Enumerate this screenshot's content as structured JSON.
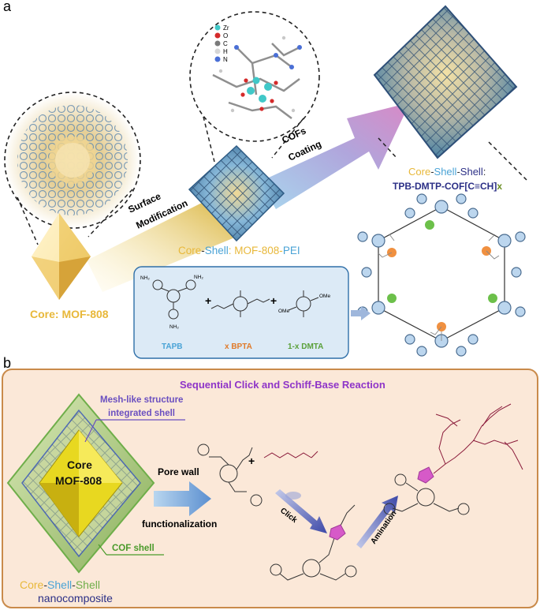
{
  "panel_a": {
    "label": "a",
    "core_label_prefix": "Core: ",
    "core_label_name": "MOF-808",
    "surface_mod_line1": "Surface",
    "surface_mod_line2": "Modification",
    "coating_line1": "COFs",
    "coating_line2": "Coating",
    "core_shell_label": {
      "core": "Core",
      "dash1": "-",
      "shell": "Shell",
      "rest": ": MOF-808-",
      "pei": "PEI"
    },
    "css_label": {
      "core": "Core",
      "dash1": "-",
      "shell1": "Shell",
      "dash2": "-",
      "shell2": "Shell",
      "colon": ":"
    },
    "cof_name": "TPB-DMTP-COF[C≡CH]",
    "cof_suffix": "x",
    "element_legend": [
      "Zr",
      "O",
      "C",
      "H",
      "N"
    ],
    "monomers": {
      "tapb": "TAPB",
      "bpta": "x BPTA",
      "dmta": "1-x DMTA",
      "plus": "+",
      "nh2": "NH₂",
      "ome": "OMe"
    }
  },
  "panel_b": {
    "label": "b",
    "title": "Sequential Click and Schiff-Base Reaction",
    "mesh_label_line1": "Mesh-like structure",
    "mesh_label_line2": "integrated shell",
    "core_text1": "Core",
    "core_text2": "MOF-808",
    "pore_wall": "Pore wall",
    "functionalization": "functionalization",
    "cof_shell": "COF shell",
    "css_label": {
      "core": "Core",
      "dash1": "-",
      "shell1": "Shell",
      "dash2": "-",
      "shell2": "Shell"
    },
    "nanocomposite": "nanocomposite",
    "click": "Click",
    "amination": "Amination",
    "plus": "+"
  },
  "colors": {
    "core_gold": "#e6b93e",
    "shell_blue": "#6fb6d8",
    "cof_navy": "#2b2f86",
    "pei_blue": "#4aa3d6",
    "orange": "#e07a2a",
    "green": "#5aa03a",
    "purple_title": "#8e34c8",
    "panel_bg": "#fbe8d8",
    "panel_border": "#c98a4a",
    "monomer_box_bg": "#dceaf6",
    "monomer_box_border": "#2f6fa8"
  }
}
